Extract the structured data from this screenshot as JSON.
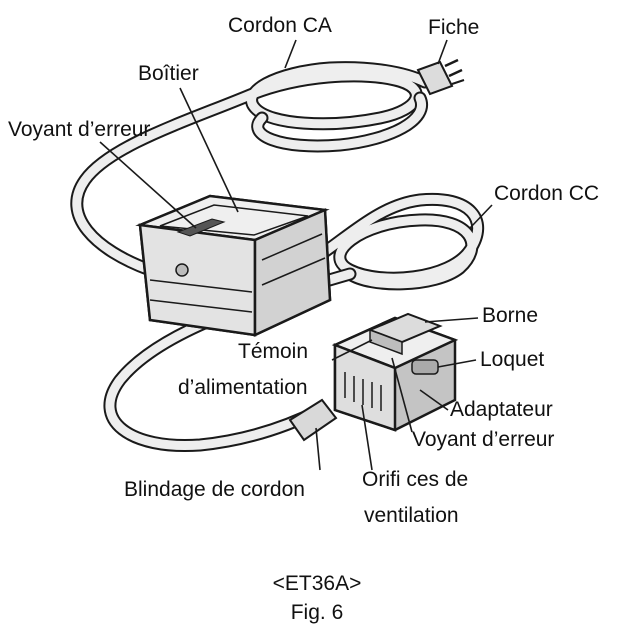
{
  "labels": {
    "cordon_ca": "Cordon CA",
    "fiche": "Fiche",
    "boitier": "Boîtier",
    "voyant_erreur_top": "Voyant d’erreur",
    "cordon_cc": "Cordon CC",
    "borne": "Borne",
    "temoin_line1": "Témoin",
    "temoin_line2": "d’alimentation",
    "loquet": "Loquet",
    "adaptateur": "Adaptateur",
    "voyant_erreur_bottom": "Voyant d’erreur",
    "blindage": "Blindage de cordon",
    "orifices_line1": "Orifi ces de",
    "orifices_line2": "ventilation"
  },
  "caption": {
    "model": "<ET36A>",
    "figure": "Fig. 6"
  },
  "colors": {
    "ink": "#1a1a1a",
    "body_fill": "#e6e6e6",
    "body_shade": "#c9c9c9",
    "cord_fill": "#eeeeee"
  }
}
